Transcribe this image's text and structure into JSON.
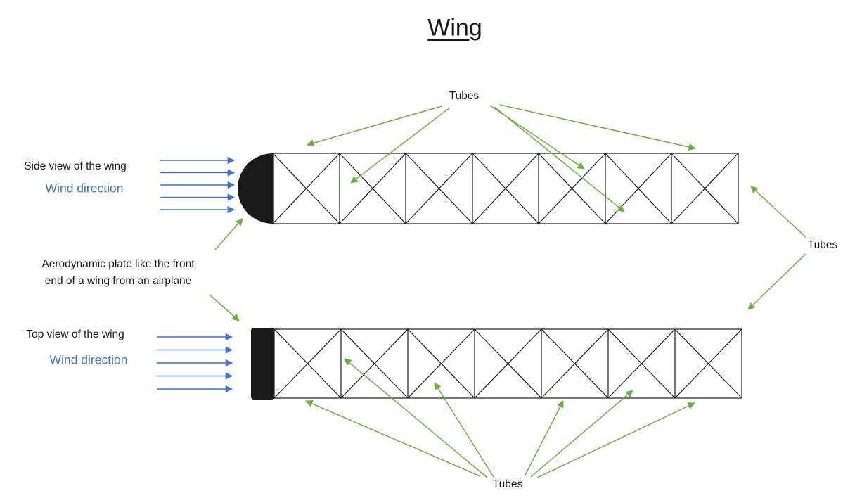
{
  "title": "Wing",
  "colors": {
    "ink": "#1a1a1a",
    "wind_blue": "#4472C4",
    "arrow_green": "#70AD47"
  },
  "labels": {
    "tubes_top": "Tubes",
    "tubes_right": "Tubes",
    "tubes_bottom": "Tubes",
    "side_view": "Side view of the wing",
    "side_wind": "Wind direction",
    "aero_plate_line1": "Aerodynamic plate like the front",
    "aero_plate_line2": "end of a wing from an airplane",
    "top_view": "Top view of the wing",
    "top_wind": "Wind direction"
  }
}
